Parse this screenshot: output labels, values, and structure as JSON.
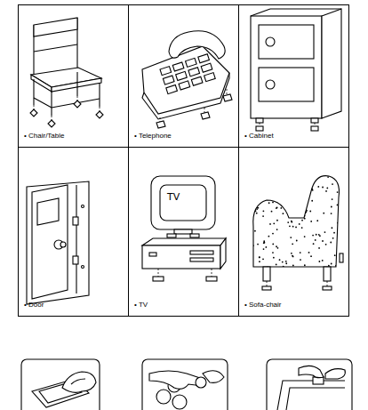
{
  "diagram": {
    "nodes": [
      {
        "text": [
          "• Chair/Table"
        ]
      },
      {
        "text": [
          "• Telephone"
        ]
      },
      {
        "text": [
          "• Cabinet"
        ]
      },
      {
        "text": [
          "• Door"
        ]
      },
      {
        "text": [
          "• TV"
        ]
      },
      {
        "text": [
          "• Sofa-chair"
        ]
      }
    ],
    "labels": [
      "TV"
    ]
  }
}
